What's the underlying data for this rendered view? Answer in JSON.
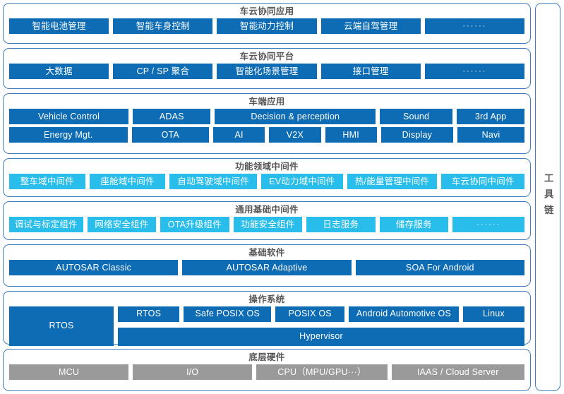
{
  "colors": {
    "blue": "#0e6cb4",
    "cyan": "#29bdec",
    "grey": "#9a9a9a",
    "border": "#3f7fc1",
    "title_text": "#575757"
  },
  "toolchain": {
    "label": "工具链"
  },
  "layers": [
    {
      "id": "vehicle-cloud-application",
      "title": "车云协同应用",
      "rows": [
        {
          "items": [
            {
              "label": "智能电池管理",
              "style": "blue",
              "flex": 1
            },
            {
              "label": "智能车身控制",
              "style": "blue",
              "flex": 1
            },
            {
              "label": "智能动力控制",
              "style": "blue",
              "flex": 1
            },
            {
              "label": "云端自驾管理",
              "style": "blue",
              "flex": 1
            },
            {
              "label": "······",
              "style": "blue",
              "flex": 1
            }
          ]
        }
      ]
    },
    {
      "id": "vehicle-cloud-platform",
      "title": "车云协同平台",
      "rows": [
        {
          "items": [
            {
              "label": "大数据",
              "style": "blue",
              "flex": 1
            },
            {
              "label": "CP / SP 聚合",
              "style": "blue",
              "flex": 1
            },
            {
              "label": "智能化场景管理",
              "style": "blue",
              "flex": 1
            },
            {
              "label": "接口管理",
              "style": "blue",
              "flex": 1
            },
            {
              "label": "······",
              "style": "blue",
              "flex": 1
            }
          ]
        }
      ]
    },
    {
      "id": "vehicle-side-application",
      "title": "车端应用",
      "rows": [
        {
          "items": [
            {
              "label": "Vehicle Control",
              "style": "blue",
              "flex": 22
            },
            {
              "label": "ADAS",
              "style": "blue",
              "flex": 14
            },
            {
              "label": "Decision & perception",
              "style": "blue",
              "flex": 30
            },
            {
              "label": "Sound",
              "style": "blue",
              "flex": 13
            },
            {
              "label": "3rd App",
              "style": "blue",
              "flex": 12
            }
          ]
        },
        {
          "items": [
            {
              "label": "Energy Mgt.",
              "style": "blue",
              "flex": 22
            },
            {
              "label": "OTA",
              "style": "blue",
              "flex": 14
            },
            {
              "label": "AI",
              "style": "blue",
              "flex": 9
            },
            {
              "label": "V2X",
              "style": "blue",
              "flex": 9
            },
            {
              "label": "HMI",
              "style": "blue",
              "flex": 9
            },
            {
              "label": "Display",
              "style": "blue",
              "flex": 13
            },
            {
              "label": "Navi",
              "style": "blue",
              "flex": 12
            }
          ]
        }
      ]
    },
    {
      "id": "functional-domain-middleware",
      "title": "功能领域中间件",
      "rows": [
        {
          "items": [
            {
              "label": "整车域中间件",
              "style": "cyan",
              "flex": 1
            },
            {
              "label": "座舱域中间件",
              "style": "cyan",
              "flex": 1
            },
            {
              "label": "自动驾驶域中间件",
              "style": "cyan",
              "flex": 1.16
            },
            {
              "label": "EV动力域中间件",
              "style": "cyan",
              "flex": 1.08
            },
            {
              "label": "热/能量管理中间件",
              "style": "cyan",
              "flex": 1.2
            },
            {
              "label": "车云协同中间件",
              "style": "cyan",
              "flex": 1.1
            }
          ]
        }
      ]
    },
    {
      "id": "common-base-middleware",
      "title": "通用基础中间件",
      "rows": [
        {
          "items": [
            {
              "label": "调试与标定组件",
              "style": "cyan",
              "flex": 1.08
            },
            {
              "label": "网络安全组件",
              "style": "cyan",
              "flex": 1
            },
            {
              "label": "OTA升级组件",
              "style": "cyan",
              "flex": 1
            },
            {
              "label": "功能安全组件",
              "style": "cyan",
              "flex": 1
            },
            {
              "label": "日志服务",
              "style": "cyan",
              "flex": 1
            },
            {
              "label": "储存服务",
              "style": "cyan",
              "flex": 1
            },
            {
              "label": "······",
              "style": "cyan",
              "flex": 1.05
            }
          ]
        }
      ]
    },
    {
      "id": "base-software",
      "title": "基础软件",
      "rows": [
        {
          "items": [
            {
              "label": "AUTOSAR Classic",
              "style": "blue",
              "flex": 1
            },
            {
              "label": "AUTOSAR Adaptive",
              "style": "blue",
              "flex": 1
            },
            {
              "label": "SOA For Android",
              "style": "blue",
              "flex": 1
            }
          ]
        }
      ]
    },
    {
      "id": "operating-system",
      "title": "操作系统",
      "os": {
        "left": {
          "label": "RTOS",
          "style": "blue"
        },
        "top_row": [
          {
            "label": "RTOS",
            "style": "blue",
            "flex": 15
          },
          {
            "label": "Safe POSIX OS",
            "style": "blue",
            "flex": 22
          },
          {
            "label": "POSIX OS",
            "style": "blue",
            "flex": 17
          },
          {
            "label": "Android Automotive OS",
            "style": "blue",
            "flex": 28
          },
          {
            "label": "Linux",
            "style": "blue",
            "flex": 15
          }
        ],
        "bottom": {
          "label": "Hypervisor",
          "style": "blue"
        }
      }
    },
    {
      "id": "underlying-hardware",
      "title": "底层硬件",
      "rows": [
        {
          "items": [
            {
              "label": "MCU",
              "style": "grey",
              "flex": 1
            },
            {
              "label": "I/O",
              "style": "grey",
              "flex": 1
            },
            {
              "label": "CPU（MPU/GPU···）",
              "style": "grey",
              "flex": 1.1
            },
            {
              "label": "IAAS / Cloud Server",
              "style": "grey",
              "flex": 1.12
            }
          ]
        }
      ]
    }
  ]
}
